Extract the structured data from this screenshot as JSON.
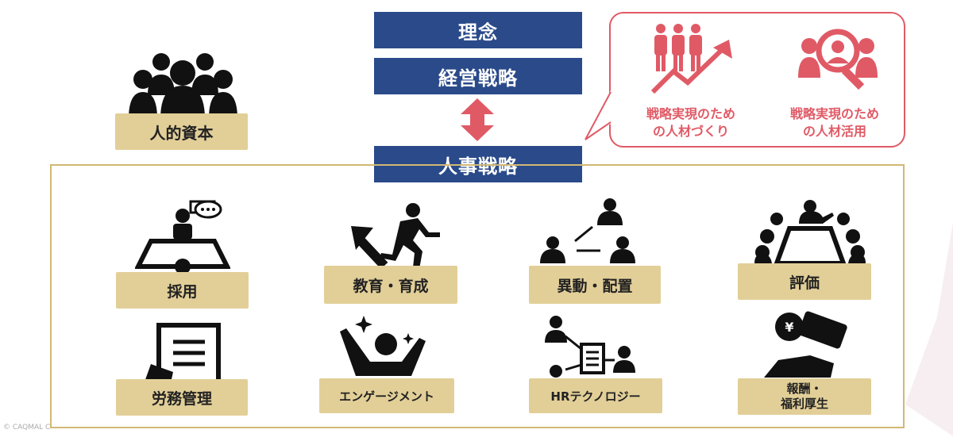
{
  "hierarchy": {
    "philosophy": "理念",
    "management_strategy": "経営戦略",
    "hr_strategy": "人事戦略"
  },
  "human_capital": "人的資本",
  "callout": {
    "item1": {
      "line1": "戦略実現のため",
      "line2": "の人材づくり"
    },
    "item2": {
      "line1": "戦略実現のため",
      "line2": "の人材活用"
    }
  },
  "functions": {
    "recruiting": "採用",
    "education": "教育・育成",
    "transfer": "異動・配置",
    "evaluation": "評価",
    "labor": "労務管理",
    "engagement": "エンゲージメント",
    "hr_tech": "HRテクノロジー",
    "compensation_line1": "報酬・",
    "compensation_line2": "福利厚生"
  },
  "watermark": "© CAQMAL C",
  "colors": {
    "navy": "#2a4a8a",
    "gold": "#e2cf98",
    "accent": "#e05a66",
    "frame": "#d2b874"
  },
  "icons": [
    "group-icon",
    "growth-people-icon",
    "search-person-icon",
    "interview-icon",
    "running-arrow-icon",
    "relocation-icon",
    "meeting-icon",
    "document-icon",
    "relaxed-person-icon",
    "org-chart-icon",
    "money-hand-icon",
    "double-arrow-icon"
  ]
}
